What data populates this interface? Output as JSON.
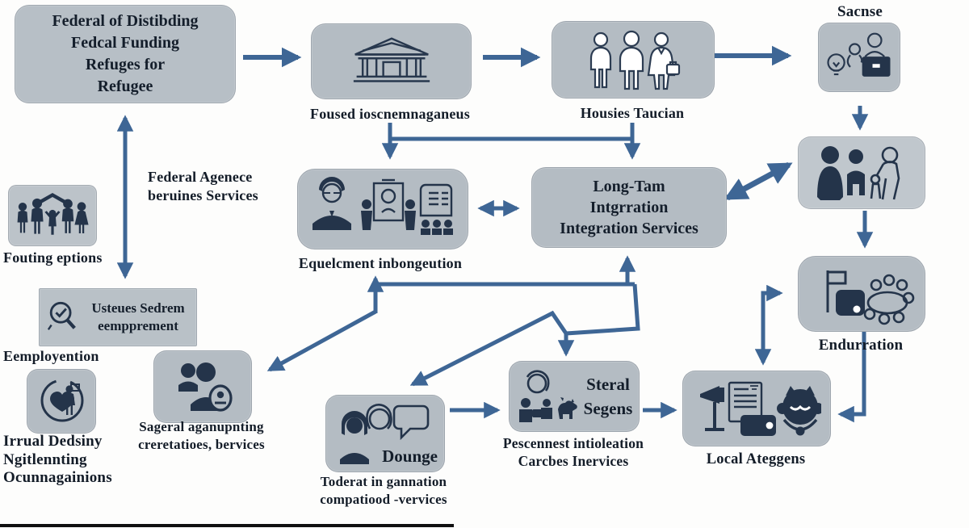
{
  "colors": {
    "background": "#fdfdfc",
    "box_fill": "#b4bcc3",
    "arrow_blue": "#3e6695",
    "icon_navy": "#24344a",
    "text_dark": "#131c28"
  },
  "nodes": {
    "funding_box": {
      "lines": [
        "Federal of Distibding",
        "Fedcal Funding",
        "Refuges for",
        "Refugee"
      ]
    },
    "foused": {
      "label": "Foused ioscnemnaganeus",
      "icon": "bank-building-icon"
    },
    "housies": {
      "label": "Housies Taucian",
      "icon": "three-people-icon"
    },
    "sacnse": {
      "label": "Sacnse",
      "icon": "idea-desk-icon"
    },
    "federal_agenece": {
      "lines": [
        "Federal Agenece",
        "beruines Services"
      ]
    },
    "fouting": {
      "label": "Fouting eptions",
      "icon": "family-under-roof-icon"
    },
    "usteues": {
      "lines": [
        "Usteues Sedrem",
        "eempprement"
      ],
      "icon": "magnifier-check-icon"
    },
    "employention": {
      "label": "Eemployention"
    },
    "irrual": {
      "lines": [
        "Irrual Dedsiny",
        "Ngitlennting",
        "Ocunnagainions"
      ],
      "icon": "heart-volunteer-icon"
    },
    "sageral": {
      "lines": [
        "Sageral aganupnting",
        "creretatioes, bervices"
      ],
      "icon": "two-people-badge-icon"
    },
    "equelcment": {
      "label": "Equelcment inbongeution",
      "icon": "presentation-group-icon"
    },
    "longterm": {
      "lines": [
        "Long-Tam",
        "Intgrration",
        "Integration Services"
      ]
    },
    "family_services": {
      "icon": "family-outline-icon"
    },
    "endurration": {
      "label": "Endurration",
      "icon": "flag-meeting-icon"
    },
    "dounge": {
      "inner_label": "Dounge",
      "lines": [
        "Toderat in gannation",
        "compatiood -vervices"
      ],
      "icon": "people-chat-icon"
    },
    "steral": {
      "inner_lines": [
        "Steral",
        "Segens"
      ],
      "lines": [
        "Pescennest intioleation",
        "Carcbes Inervices"
      ],
      "icon": "meeting-pet-icon"
    },
    "local": {
      "label": "Local Ateggens",
      "icon": "media-owl-icon"
    }
  }
}
